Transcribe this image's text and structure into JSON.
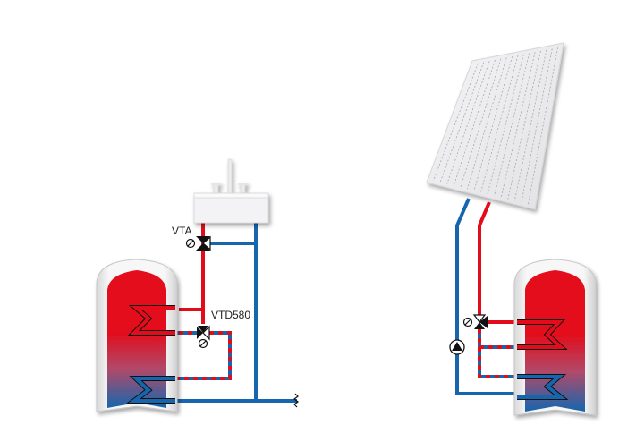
{
  "labels": {
    "valve_top": "VTA",
    "valve_mixer": "VTD580"
  },
  "colors": {
    "hot": "#e30c1a",
    "cold": "#1566ae",
    "tank_shell": "#f0f0f0",
    "panel": "#ebebed",
    "valve": "#111111"
  },
  "systems": [
    {
      "name": "boiler-system",
      "components": [
        "storage-tank",
        "sink-with-faucet",
        "valve-vta",
        "valve-vtd580"
      ]
    },
    {
      "name": "solar-system",
      "components": [
        "solar-panel",
        "storage-tank",
        "mixing-valve",
        "circulation-pump"
      ]
    }
  ]
}
